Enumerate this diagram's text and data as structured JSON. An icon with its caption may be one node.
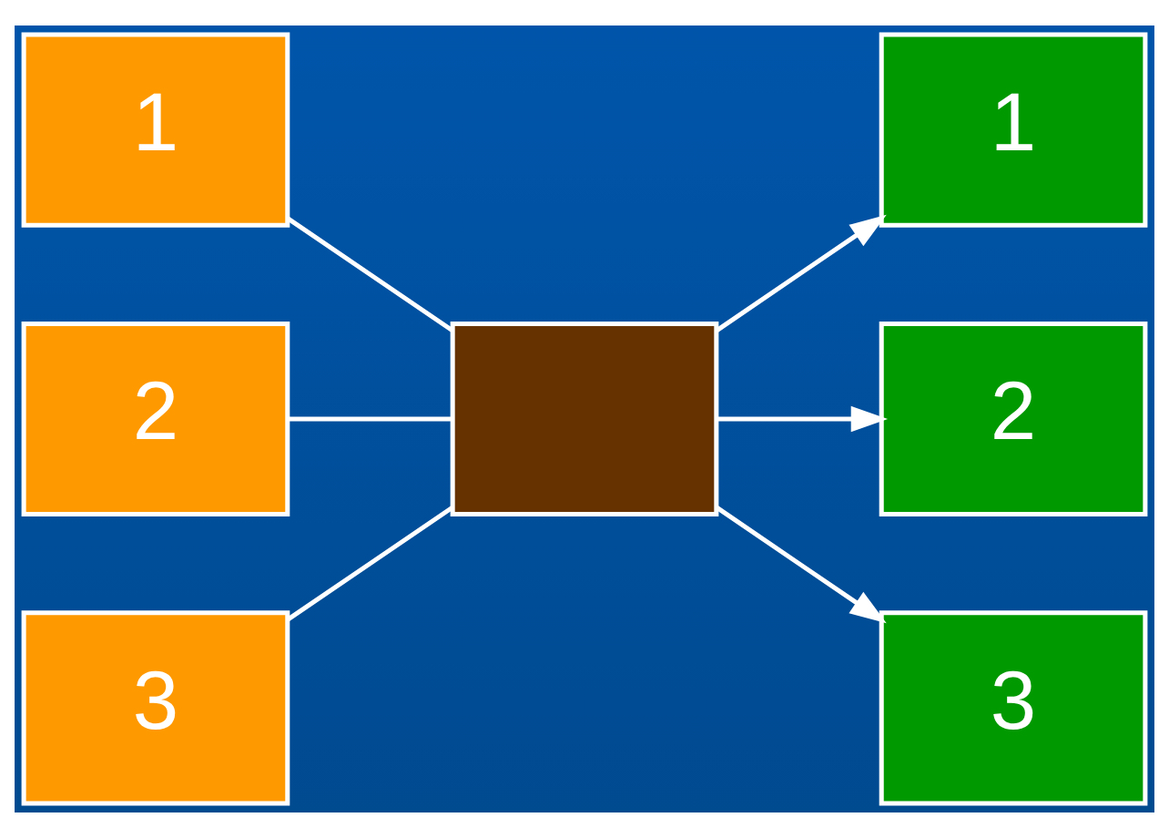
{
  "diagram": {
    "nodes": [
      {
        "text": [
          "1"
        ]
      },
      {
        "text": [
          "2"
        ]
      },
      {
        "text": [
          "3"
        ]
      },
      {
        "text": [],
        "shape": "box"
      },
      {
        "text": [
          "1"
        ]
      },
      {
        "text": [
          "2"
        ]
      },
      {
        "text": [
          "3"
        ]
      }
    ],
    "edges": [
      {
        "from": 0,
        "to": 3,
        "arrow": "none"
      },
      {
        "from": 1,
        "to": 3,
        "arrow": "none"
      },
      {
        "from": 2,
        "to": 3,
        "arrow": "none"
      },
      {
        "from": 3,
        "to": 4,
        "arrow": "to"
      },
      {
        "from": 3,
        "to": 5,
        "arrow": "to"
      },
      {
        "from": 3,
        "to": 6,
        "arrow": "to"
      }
    ]
  }
}
